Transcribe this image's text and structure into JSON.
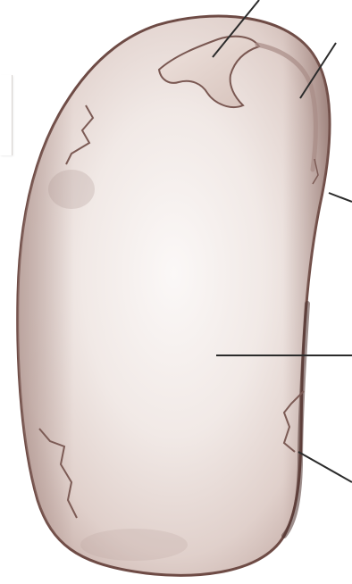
{
  "diagram": {
    "subject": "bean-seed-illustration",
    "colors": {
      "background": "#ffffff",
      "seed_outline": "#6e4b45",
      "seed_fill_light": "#f4efed",
      "seed_fill_mid": "#e2d3ce",
      "seed_fill_shadow": "#b9a29c",
      "crack": "#7c5b55",
      "leader_line": "#2b2b2b"
    },
    "parts": [
      {
        "id": "radicle",
        "label": ""
      },
      {
        "id": "plumule",
        "label": ""
      },
      {
        "id": "seed-coat",
        "label": ""
      },
      {
        "id": "cotyledon",
        "label": ""
      },
      {
        "id": "testa-edge",
        "label": ""
      }
    ]
  }
}
